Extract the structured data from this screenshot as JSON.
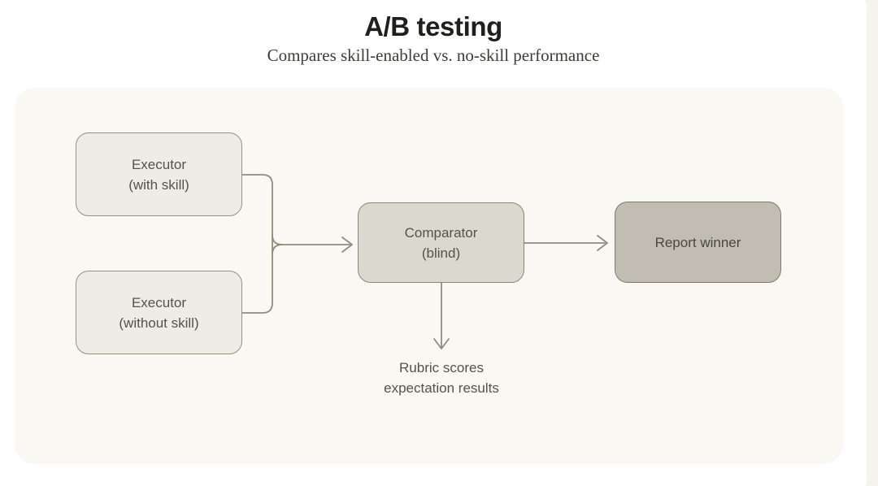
{
  "header": {
    "title": "A/B testing",
    "subtitle": "Compares skill-enabled vs. no-skill performance"
  },
  "diagram": {
    "nodes": [
      {
        "id": "executor-with-skill",
        "line1": "Executor",
        "line2": "(with skill)"
      },
      {
        "id": "executor-without-skill",
        "line1": "Executor",
        "line2": "(without skill)"
      },
      {
        "id": "comparator",
        "line1": "Comparator",
        "line2": "(blind)"
      },
      {
        "id": "report-winner",
        "line1": "Report winner",
        "line2": ""
      }
    ],
    "output_label": {
      "line1": "Rubric scores",
      "line2": "expectation results"
    },
    "connections": [
      {
        "from": "executor-with-skill",
        "to": "comparator",
        "type": "merge-arrow"
      },
      {
        "from": "executor-without-skill",
        "to": "comparator",
        "type": "merge-arrow"
      },
      {
        "from": "comparator",
        "to": "report-winner",
        "type": "arrow"
      },
      {
        "from": "comparator",
        "to": "output-label",
        "type": "arrow-down"
      }
    ]
  },
  "colors": {
    "page_backdrop": "#f6f4ef",
    "card_bg": "#ffffff",
    "panel_bg": "#f9f8f3",
    "executor_fill": "#efece5",
    "executor_border": "#94907f",
    "comparator_fill": "#dbd8cf",
    "comparator_border": "#8a8678",
    "report_fill": "#c1bdb2",
    "report_border": "#7e7a6e",
    "connector_stroke": "#8f8b7d",
    "title_color": "#201f1b",
    "node_text_color": "#56524a"
  }
}
